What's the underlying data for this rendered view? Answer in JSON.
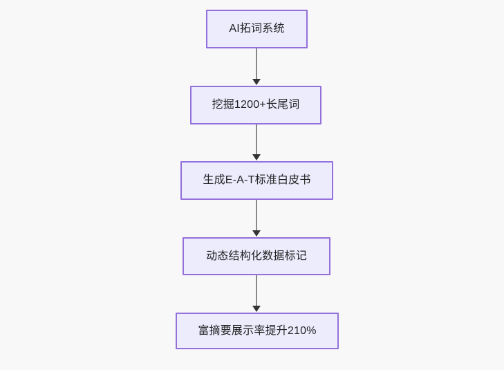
{
  "diagram": {
    "type": "flowchart",
    "direction": "top-to-bottom",
    "background_color": "#f8f8f8",
    "node_fill_color": "#ececfd",
    "node_border_color": "#9370db",
    "node_text_color": "#1f2020",
    "edge_line_color": "#888888",
    "edge_arrow_color": "#333333",
    "nodes": [
      {
        "id": "node-1",
        "label": "AI拓词系统"
      },
      {
        "id": "node-2",
        "label": "挖掘1200+长尾词"
      },
      {
        "id": "node-3",
        "label": "生成E-A-T标准白皮书"
      },
      {
        "id": "node-4",
        "label": "动态结构化数据标记"
      },
      {
        "id": "node-5",
        "label": "富摘要展示率提升210%"
      }
    ],
    "edges": [
      {
        "id": "edge-1",
        "from": "node-1",
        "to": "node-2",
        "arrow": "arrow-down-icon"
      },
      {
        "id": "edge-2",
        "from": "node-2",
        "to": "node-3",
        "arrow": "arrow-down-icon"
      },
      {
        "id": "edge-3",
        "from": "node-3",
        "to": "node-4",
        "arrow": "arrow-down-icon"
      },
      {
        "id": "edge-4",
        "from": "node-4",
        "to": "node-5",
        "arrow": "arrow-down-icon"
      }
    ]
  }
}
